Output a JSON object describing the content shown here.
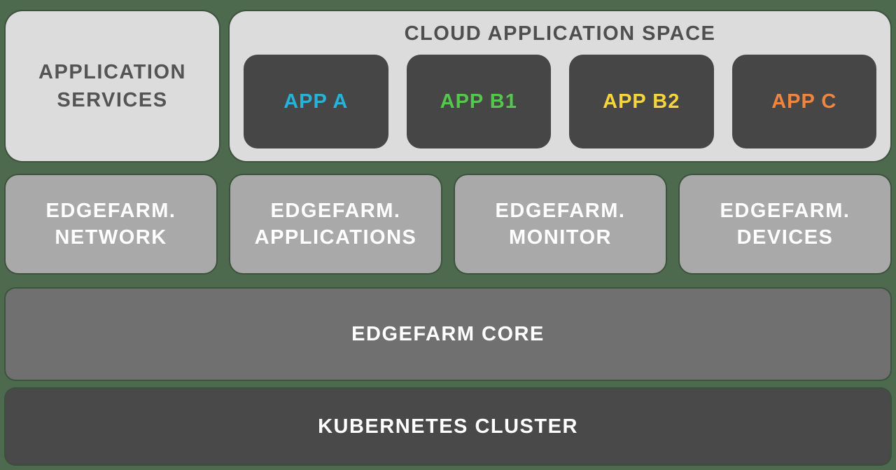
{
  "colors": {
    "background": "#4d6a4f",
    "light_box": "#dcdcdc",
    "light_box_text": "#545454",
    "app_box": "#464646",
    "services_box": "#a9a9a9",
    "core_bar": "#707070",
    "cluster_bar": "#494949",
    "white_text": "#ffffff"
  },
  "top_row": {
    "application_services": {
      "line1": "APPLICATION",
      "line2": "SERVICES"
    },
    "cloud_space": {
      "title": "CLOUD APPLICATION SPACE",
      "apps": [
        {
          "label": "APP A",
          "color": "#29b2d8"
        },
        {
          "label": "APP B1",
          "color": "#56c64e"
        },
        {
          "label": "APP B2",
          "color": "#f6d43f"
        },
        {
          "label": "APP C",
          "color": "#ee8540"
        }
      ]
    }
  },
  "services_row": [
    {
      "line1": "EDGEFARM.",
      "line2": "NETWORK"
    },
    {
      "line1": "EDGEFARM.",
      "line2": "APPLICATIONS"
    },
    {
      "line1": "EDGEFARM.",
      "line2": "MONITOR"
    },
    {
      "line1": "EDGEFARM.",
      "line2": "DEVICES"
    }
  ],
  "core_bar": {
    "label": "EDGEFARM CORE"
  },
  "cluster_bar": {
    "label": "KUBERNETES CLUSTER"
  }
}
